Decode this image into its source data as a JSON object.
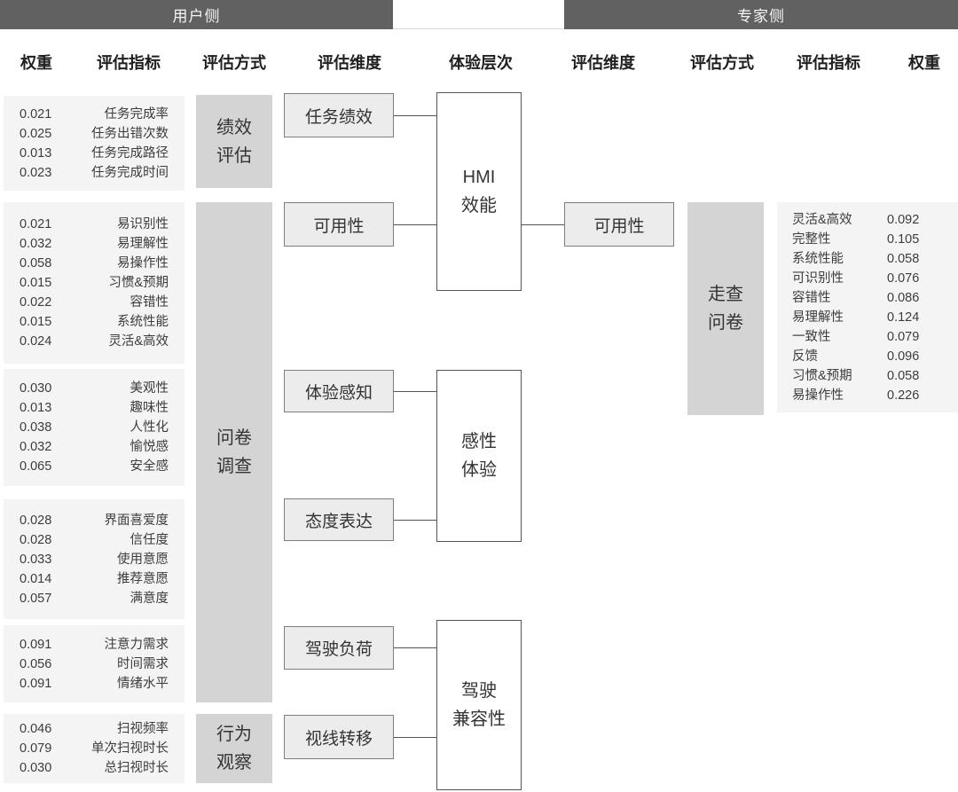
{
  "colors": {
    "header_bar": "#616161",
    "method_box": "#d4d4d4",
    "indicator_panel": "#f4f4f4",
    "dimension_fill": "#ececec",
    "dimension_border": "#7d7d7d",
    "level_border": "#555555",
    "connector": "#555555"
  },
  "header": {
    "user_side": "用户侧",
    "expert_side": "专家侧"
  },
  "column_headers": {
    "weight_left": "权重",
    "indicator_left": "评估指标",
    "method_left": "评估方式",
    "dimension_left": "评估维度",
    "level": "体验层次",
    "dimension_right": "评估维度",
    "method_right": "评估方式",
    "indicator_right": "评估指标",
    "weight_right": "权重"
  },
  "user_panels": [
    {
      "rows": [
        {
          "weight": "0.021",
          "label": "任务完成率"
        },
        {
          "weight": "0.025",
          "label": "任务出错次数"
        },
        {
          "weight": "0.013",
          "label": "任务完成路径"
        },
        {
          "weight": "0.023",
          "label": "任务完成时间"
        }
      ]
    },
    {
      "rows": [
        {
          "weight": "0.021",
          "label": "易识别性"
        },
        {
          "weight": "0.032",
          "label": "易理解性"
        },
        {
          "weight": "0.058",
          "label": "易操作性"
        },
        {
          "weight": "0.015",
          "label": "习惯&预期"
        },
        {
          "weight": "0.022",
          "label": "容错性"
        },
        {
          "weight": "0.015",
          "label": "系统性能"
        },
        {
          "weight": "0.024",
          "label": "灵活&高效"
        }
      ]
    },
    {
      "rows": [
        {
          "weight": "0.030",
          "label": "美观性"
        },
        {
          "weight": "0.013",
          "label": "趣味性"
        },
        {
          "weight": "0.038",
          "label": "人性化"
        },
        {
          "weight": "0.032",
          "label": "愉悦感"
        },
        {
          "weight": "0.065",
          "label": "安全感"
        }
      ]
    },
    {
      "rows": [
        {
          "weight": "0.028",
          "label": "界面喜爱度"
        },
        {
          "weight": "0.028",
          "label": "信任度"
        },
        {
          "weight": "0.033",
          "label": "使用意愿"
        },
        {
          "weight": "0.014",
          "label": "推荐意愿"
        },
        {
          "weight": "0.057",
          "label": "满意度"
        }
      ]
    },
    {
      "rows": [
        {
          "weight": "0.091",
          "label": "注意力需求"
        },
        {
          "weight": "0.056",
          "label": "时间需求"
        },
        {
          "weight": "0.091",
          "label": "情绪水平"
        }
      ]
    },
    {
      "rows": [
        {
          "weight": "0.046",
          "label": "扫视频率"
        },
        {
          "weight": "0.079",
          "label": "单次扫视时长"
        },
        {
          "weight": "0.030",
          "label": "总扫视时长"
        }
      ]
    }
  ],
  "methods": {
    "performance": "绩效\n评估",
    "questionnaire": "问卷\n调查",
    "behavior": "行为\n观察",
    "walkthrough": "走查\n问卷"
  },
  "dimensions": {
    "task_performance": "任务绩效",
    "usability_user": "可用性",
    "experience_perception": "体验感知",
    "attitude_expression": "态度表达",
    "driving_load": "驾驶负荷",
    "gaze_transfer": "视线转移",
    "usability_expert": "可用性"
  },
  "levels": {
    "hmi_efficiency": "HMI\n效能",
    "emotional_experience": "感性\n体验",
    "driving_compatibility": "驾驶\n兼容性"
  },
  "expert_panel": {
    "rows": [
      {
        "label": "灵活&高效",
        "weight": "0.092"
      },
      {
        "label": "完整性",
        "weight": "0.105"
      },
      {
        "label": "系统性能",
        "weight": "0.058"
      },
      {
        "label": "可识别性",
        "weight": "0.076"
      },
      {
        "label": "容错性",
        "weight": "0.086"
      },
      {
        "label": "易理解性",
        "weight": "0.124"
      },
      {
        "label": "一致性",
        "weight": "0.079"
      },
      {
        "label": "反馈",
        "weight": "0.096"
      },
      {
        "label": "习惯&预期",
        "weight": "0.058"
      },
      {
        "label": "易操作性",
        "weight": "0.226"
      }
    ]
  }
}
